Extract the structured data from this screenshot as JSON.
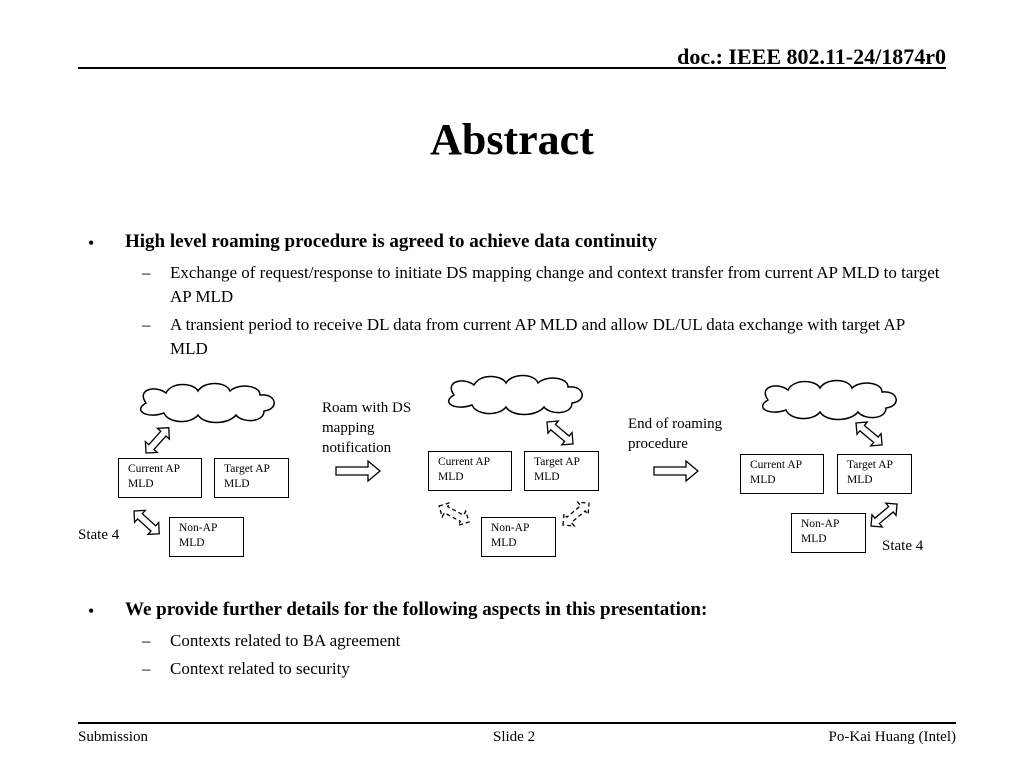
{
  "header": {
    "doc_id": "doc.: IEEE 802.11-24/1874r0"
  },
  "title": "Abstract",
  "bullets": [
    {
      "text": "High level roaming procedure is agreed to achieve data continuity",
      "sub": [
        "Exchange of request/response to initiate DS mapping change and context transfer from current AP MLD to target AP MLD",
        "A transient period to receive DL data from current AP MLD and allow DL/UL data exchange with target AP MLD"
      ]
    },
    {
      "text": "We provide further details for the following aspects in this presentation:",
      "sub": [
        "Contexts related to BA agreement",
        "Context related to security"
      ]
    }
  ],
  "diagram": {
    "bullet_glyph": "•",
    "dash_glyph": "–",
    "panel1": {
      "current": "Current AP MLD",
      "target": "Target AP MLD",
      "nonap": "Non-AP MLD",
      "state": "State 4"
    },
    "transition1": "Roam with DS mapping notification",
    "panel2": {
      "current": "Current AP MLD",
      "target": "Target AP MLD",
      "nonap": "Non-AP MLD"
    },
    "transition2": "End of roaming procedure",
    "panel3": {
      "current": "Current AP MLD",
      "target": "Target AP MLD",
      "nonap": "Non-AP MLD",
      "state": "State 4"
    }
  },
  "footer": {
    "left": "Submission",
    "center": "Slide 2",
    "right": "Po-Kai Huang (Intel)"
  }
}
